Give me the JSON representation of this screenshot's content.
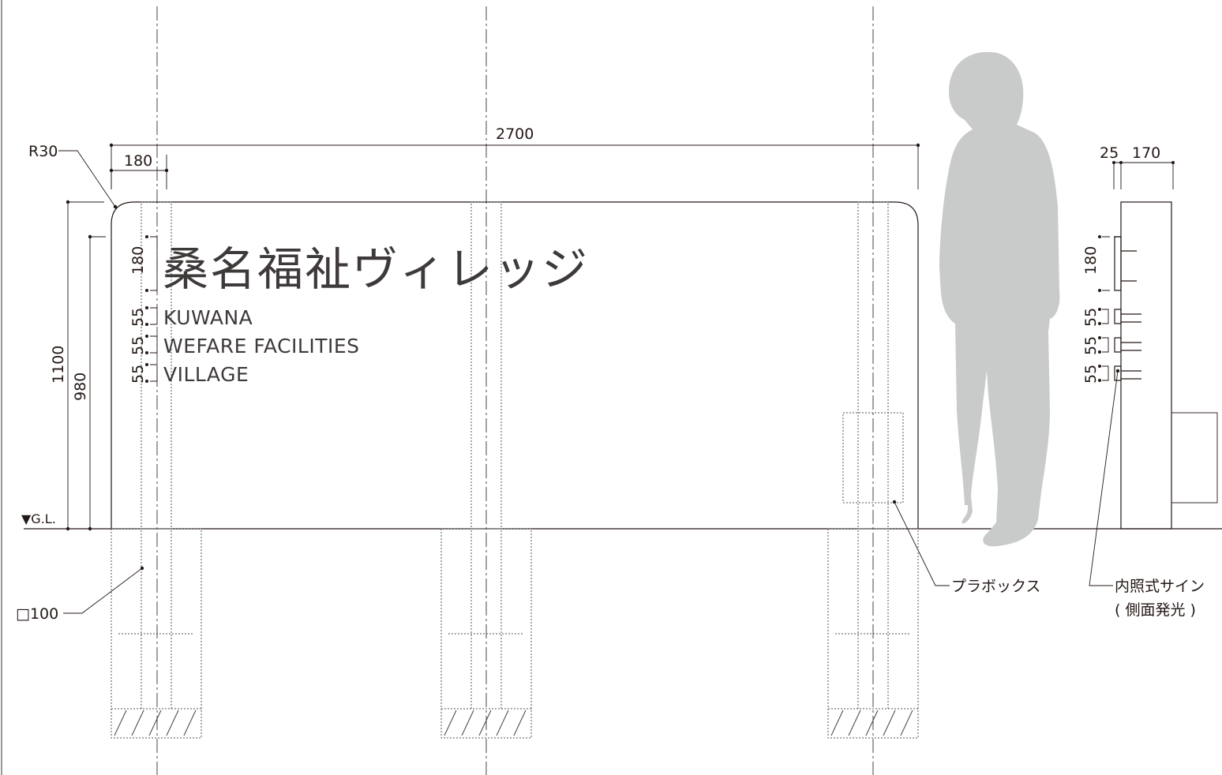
{
  "sign": {
    "title_ja": "桑名福祉ヴィレッジ",
    "line1": "KUWANA",
    "line2": "WEFARE FACILITIES",
    "line3": "VILLAGE"
  },
  "dimensions": {
    "total_width": "2700",
    "post_width": "180",
    "corner_radius": "R30",
    "total_height": "1100",
    "panel_height": "980",
    "title_height": "180",
    "line1_height": "55",
    "line2_height": "55",
    "line3_height": "55",
    "side_thickness_a": "25",
    "side_thickness_b": "170",
    "side_title_height": "180",
    "side_line1_height": "55",
    "side_line2_height": "55",
    "side_line3_height": "55",
    "post_section": "□100"
  },
  "labels": {
    "ground_level": "▼G.L.",
    "plastic_box": "プラボックス",
    "illuminated_sign": "内照式サイン",
    "side_emission": "( 側面発光 )"
  },
  "colors": {
    "line": "#231815",
    "sign_text": "#3e3a39",
    "person_silhouette": "#c9caca"
  }
}
